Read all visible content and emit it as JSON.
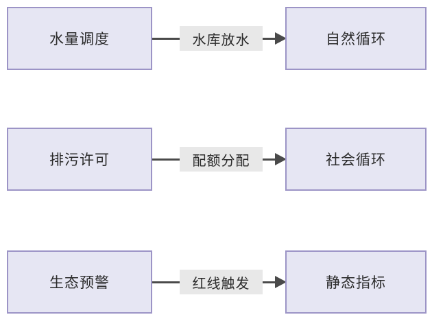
{
  "diagram": {
    "title": "",
    "rows": [
      {
        "left": "水量调度",
        "middle": "水库放水",
        "right": "自然循环"
      },
      {
        "left": "排污许可",
        "middle": "配额分配",
        "right": "社会循环"
      },
      {
        "left": "生态预警",
        "middle": "红线触发",
        "right": "静态指标"
      }
    ],
    "colors": {
      "background": "#ffffff",
      "box_fill": "#e6e6f3",
      "box_border": "#9c94c6",
      "label_bg": "#e8e8e8",
      "arrow": "#4a4a4a",
      "text": "#2b2b2b"
    }
  }
}
